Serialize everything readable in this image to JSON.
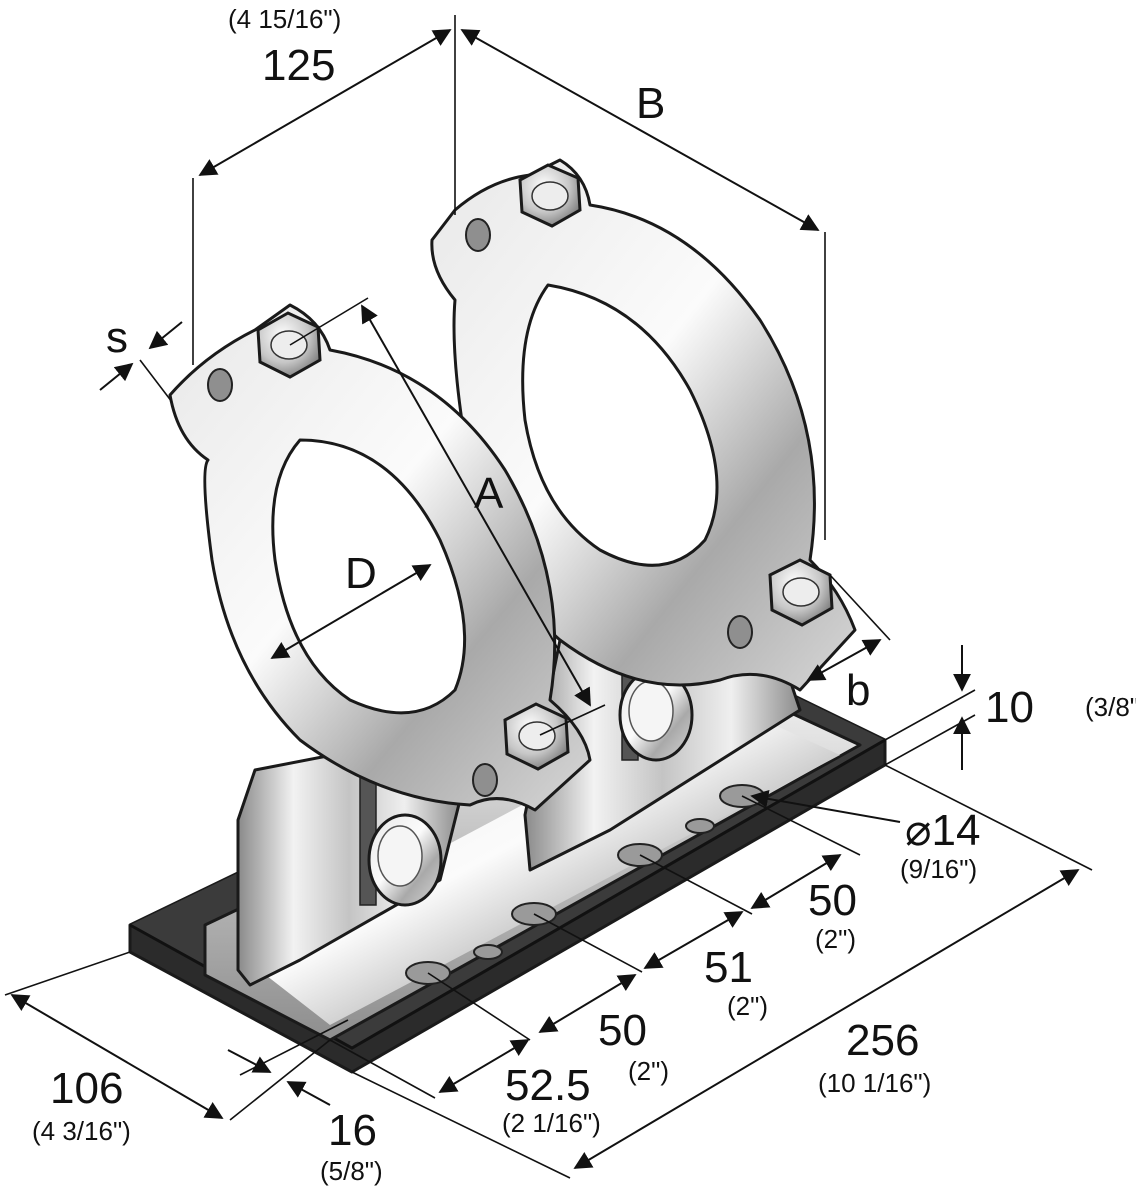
{
  "dimensions": {
    "width_125": {
      "value": "125",
      "imperial": "(4 15/16\")"
    },
    "label_B": "B",
    "label_s": "s",
    "label_A": "A",
    "label_D": "D",
    "label_b": "b",
    "thickness_10": {
      "value": "10",
      "imperial": "(3/8\")"
    },
    "hole_14": {
      "value": "⌀14",
      "imperial": "(9/16\")"
    },
    "spacing_50_top": {
      "value": "50",
      "imperial": "(2\")"
    },
    "spacing_51": {
      "value": "51",
      "imperial": "(2\")"
    },
    "spacing_50_bottom": {
      "value": "50",
      "imperial": "(2\")"
    },
    "offset_52_5": {
      "value": "52.5",
      "imperial": "(2 1/16\")"
    },
    "length_256": {
      "value": "256",
      "imperial": "(10 1/16\")"
    },
    "width_106": {
      "value": "106",
      "imperial": "(4 3/16\")"
    },
    "edge_16": {
      "value": "16",
      "imperial": "(5/8\")"
    }
  },
  "colors": {
    "base_plate": "#2b2b2b",
    "metal_light": "#eeeeee",
    "metal_mid": "#b8b8b8",
    "metal_dark": "#7a7a7a",
    "line": "#111111"
  }
}
